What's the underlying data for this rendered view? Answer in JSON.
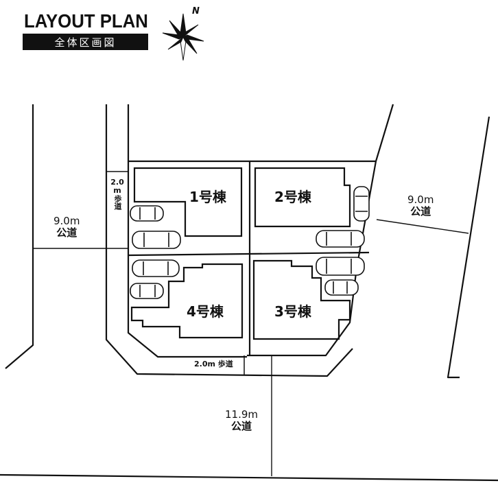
{
  "header": {
    "title": "LAYOUT PLAN",
    "subtitle": "全体区画図",
    "compass_label": "N"
  },
  "lots": [
    {
      "id": "1",
      "label": "1号棟"
    },
    {
      "id": "2",
      "label": "2号棟"
    },
    {
      "id": "3",
      "label": "3号棟"
    },
    {
      "id": "4",
      "label": "4号棟"
    }
  ],
  "roads": {
    "west": {
      "width": "9.0m",
      "type": "公道"
    },
    "east": {
      "width": "9.0m",
      "type": "公道"
    },
    "south": {
      "width": "11.9m",
      "type": "公道"
    }
  },
  "sidewalks": {
    "west": {
      "width_top": "2.0",
      "width_unit": "m",
      "type": "歩道"
    },
    "south": {
      "label": "2.0m 歩道"
    }
  },
  "colors": {
    "line": "#111111",
    "background": "#ffffff"
  }
}
